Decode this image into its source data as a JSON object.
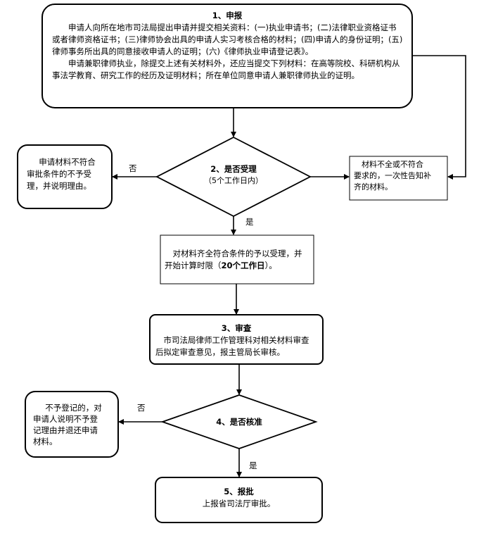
{
  "steps": {
    "apply": {
      "title": "1、申报",
      "paragraph1": "申请人向所在地市司法局提出申请并提交相关资料：(一)执业申请书；(二)法律职业资格证书或者律师资格证书；(三)律师协会出具的申请人实习考核合格的材料；(四)申请人的身份证明；(五)律师事务所出具的同意接收申请人的证明；(六)《律师执业申请登记表》。",
      "paragraph2": "申请兼职律师执业，除提交上述有关材料外，还应当提交下列材料：在高等院校、科研机构从事法学教育、研究工作的经历及证明材料；所在单位同意申请人兼职律师执业的证明。"
    },
    "accept_decision": {
      "title": "2、是否受理",
      "subtitle": "（5个工作日内）"
    },
    "reject_box": {
      "line1": "申请材料不符合",
      "line2": "审批条件的不予受",
      "line3": "理，并说明理由。"
    },
    "incomplete_box": {
      "line1": "材料不全或不符合",
      "line2": "要求的，一次性告知补",
      "line3": "齐的材料。"
    },
    "accepted_box": {
      "line1": "对材料齐全符合条件的予以受理，并",
      "line2_prefix": "开始计算时限（",
      "line2_bold": "20个工作日",
      "line2_suffix": "）。"
    },
    "review": {
      "title": "3、审查",
      "line1": "市司法局律师工作管理科对相关材料审查",
      "line2": "后拟定审查意见，报主管局长审核。"
    },
    "approve_decision": {
      "title": "4、是否核准"
    },
    "not_register_box": {
      "line1": "不予登记的，对",
      "line2": "申请人说明不予登",
      "line3": "记理由并退还申请",
      "line4": "材料。"
    },
    "report": {
      "title": "5、报批",
      "line1": "上报省司法厅审批。"
    }
  },
  "edge_labels": {
    "no1": "否",
    "yes1": "是",
    "no2": "否",
    "yes2": "是"
  }
}
